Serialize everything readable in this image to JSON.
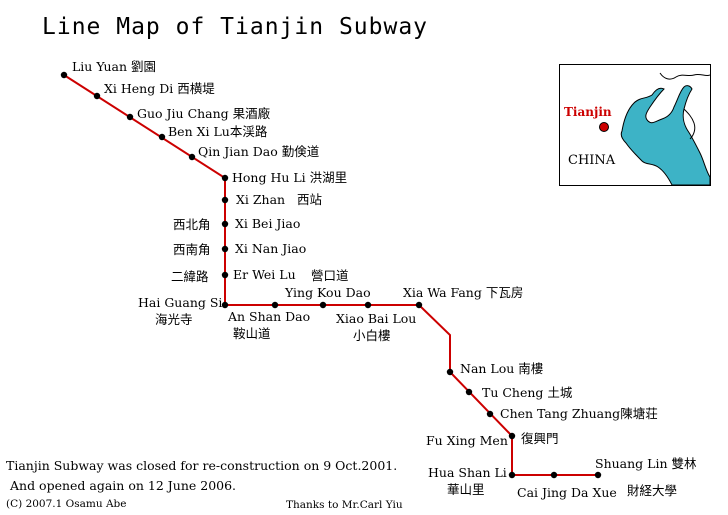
{
  "title": "Line Map of Tianjin Subway",
  "colors": {
    "line": "#cc0000",
    "station": "#000000",
    "sea": "#3db3c6"
  },
  "stations": [
    {
      "id": "liu-yuan",
      "en": "Liu Yuan",
      "zh": "劉園"
    },
    {
      "id": "xi-heng-di",
      "en": "Xi Heng Di",
      "zh": "西横堤"
    },
    {
      "id": "guo-jiu-chang",
      "en": "Guo Jiu Chang",
      "zh": "果酒廠"
    },
    {
      "id": "ben-xi-lu",
      "en": "Ben Xi Lu",
      "zh": "本渓路"
    },
    {
      "id": "qin-jian-dao",
      "en": "Qin Jian Dao",
      "zh": "勤倹道"
    },
    {
      "id": "hong-hu-li",
      "en": "Hong Hu Li",
      "zh": "洪湖里"
    },
    {
      "id": "xi-zhan",
      "en": "Xi Zhan",
      "zh": "西站"
    },
    {
      "id": "xi-bei-jiao",
      "en": "Xi Bei Jiao",
      "zh": "西北角"
    },
    {
      "id": "xi-nan-jiao",
      "en": "Xi Nan Jiao",
      "zh": "西南角"
    },
    {
      "id": "er-wei-lu",
      "en": "Er Wei Lu",
      "zh": "二緯路"
    },
    {
      "id": "hai-guang-si",
      "en": "Hai Guang Si",
      "zh": "海光寺"
    },
    {
      "id": "an-shan-dao",
      "en": "An Shan Dao",
      "zh": "鞍山道"
    },
    {
      "id": "ying-kou-dao",
      "en": "Ying Kou Dao",
      "zh": "營口道"
    },
    {
      "id": "xiao-bai-lou",
      "en": "Xiao Bai Lou",
      "zh": "小白樓"
    },
    {
      "id": "xia-wa-fang",
      "en": "Xia Wa Fang",
      "zh": "下瓦房"
    },
    {
      "id": "nan-lou",
      "en": "Nan Lou",
      "zh": "南樓"
    },
    {
      "id": "tu-cheng",
      "en": "Tu Cheng",
      "zh": "土城"
    },
    {
      "id": "chen-tang-zhuang",
      "en": "Chen Tang Zhuang",
      "zh": "陳塘荘"
    },
    {
      "id": "fu-xing-men",
      "en": "Fu Xing Men",
      "zh": "復興門"
    },
    {
      "id": "hua-shan-li",
      "en": "Hua Shan Li",
      "zh": "華山里"
    },
    {
      "id": "cai-jing-da-xue",
      "en": "Cai Jing Da Xue",
      "zh": "財経大學"
    },
    {
      "id": "shuang-lin",
      "en": "Shuang Lin",
      "zh": "雙林"
    }
  ],
  "inset": {
    "city": "Tianjin",
    "country": "CHINA"
  },
  "note": {
    "line1": "Tianjin Subway was closed for re-construction on 9 Oct.2001.",
    "line2": "And opened again on 12 June 2006."
  },
  "credits": {
    "copyright": "(C) 2007.1  Osamu Abe",
    "thanks": "Thanks to Mr.Carl Yiu"
  }
}
